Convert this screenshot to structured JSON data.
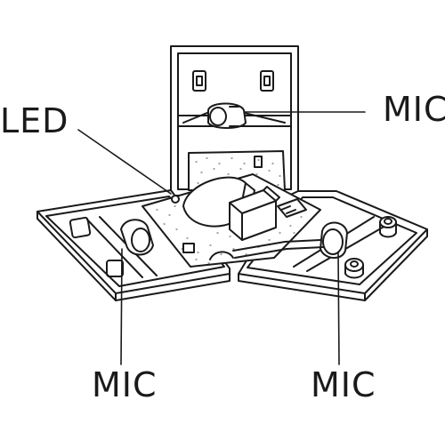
{
  "labels": {
    "led": "LED",
    "mic_right": "MIC",
    "mic_left": "MIC",
    "mic_bottom": "MIC"
  },
  "colors": {
    "stroke": "#1a1a1a",
    "fill": "#ffffff",
    "board_dots": "#6a6a6a"
  }
}
